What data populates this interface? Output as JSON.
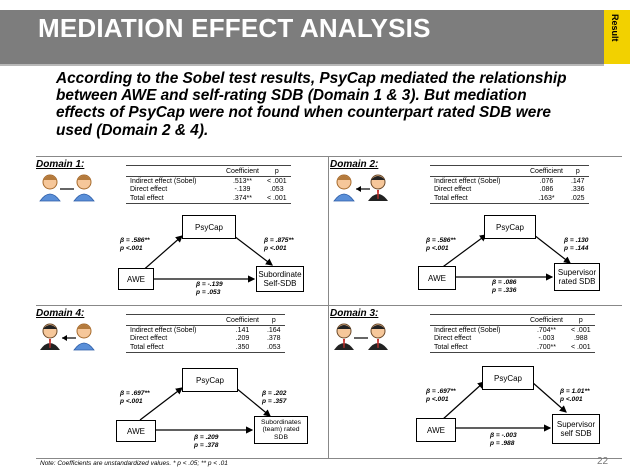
{
  "header": {
    "title": "MEDIATION EFFECT ANALYSIS",
    "tab_label": "Result",
    "colors": {
      "bar": "#7d7d7d",
      "tab": "#f2d100"
    }
  },
  "summary": {
    "lines": [
      "According to the Sobel test results, PsyCap mediated the relationship",
      "between AWE and self-rating SDB (Domain 1 & 3). But mediation",
      "effects of PsyCap were not found when counterpart rated SDB were",
      "used (Domain 2 & 4)."
    ]
  },
  "table_headers": {
    "coef": "Coefficient",
    "p": "p"
  },
  "domains": {
    "d1": {
      "title": "Domain 1:",
      "rows": [
        {
          "label": "Indirect effect (Sobel)",
          "coef": ".513**",
          "p": "< .001"
        },
        {
          "label": "Direct effect",
          "coef": "-.139",
          "p": ".053"
        },
        {
          "label": "Total effect",
          "coef": ".374**",
          "p": "< .001"
        }
      ],
      "mediator": "PsyCap",
      "predictor": "AWE",
      "outcome": "Subordinate Self-SDB",
      "path_a": [
        "β = .586**",
        "p <.001"
      ],
      "path_b": [
        "β = .875**",
        "p <.001"
      ],
      "path_c": [
        "β = -.139",
        "p = .053"
      ]
    },
    "d2": {
      "title": "Domain 2:",
      "rows": [
        {
          "label": "Indirect effect (Sobel)",
          "coef": ".076",
          "p": ".147"
        },
        {
          "label": "Direct effect",
          "coef": ".086",
          "p": ".336"
        },
        {
          "label": "Total effect",
          "coef": ".163*",
          "p": ".025"
        }
      ],
      "mediator": "PsyCap",
      "predictor": "AWE",
      "outcome": "Supervisor rated SDB",
      "path_a": [
        "β = .586**",
        "p <.001"
      ],
      "path_b": [
        "β = .130",
        "p = .144"
      ],
      "path_c": [
        "β = .086",
        "p = .336"
      ]
    },
    "d4": {
      "title": "Domain 4:",
      "rows": [
        {
          "label": "Indirect effect (Sobel)",
          "coef": ".141",
          "p": ".164"
        },
        {
          "label": "Direct effect",
          "coef": ".209",
          "p": ".378"
        },
        {
          "label": "Total effect",
          "coef": ".350",
          "p": ".053"
        }
      ],
      "mediator": "PsyCap",
      "predictor": "AWE",
      "outcome": "Subordinates (team) rated SDB",
      "path_a": [
        "β = .697**",
        "p <.001"
      ],
      "path_b": [
        "β = .202",
        "p = .357"
      ],
      "path_c": [
        "β = .209",
        "p = .378"
      ]
    },
    "d3": {
      "title": "Domain 3:",
      "rows": [
        {
          "label": "Indirect effect (Sobel)",
          "coef": ".704**",
          "p": "< .001"
        },
        {
          "label": "Direct effect",
          "coef": "-.003",
          "p": ".988"
        },
        {
          "label": "Total effect",
          "coef": ".700**",
          "p": "< .001"
        }
      ],
      "mediator": "PsyCap",
      "predictor": "AWE",
      "outcome": "Supervisor self SDB",
      "path_a": [
        "β = .697**",
        "p <.001"
      ],
      "path_b": [
        "β = 1.01**",
        "p <.001"
      ],
      "path_c": [
        "β = -.003",
        "p = .988"
      ]
    }
  },
  "footer": {
    "note": "Note: Coefficients are unstandardized values. * p < .05; ** p < .01",
    "page_number": "22"
  }
}
